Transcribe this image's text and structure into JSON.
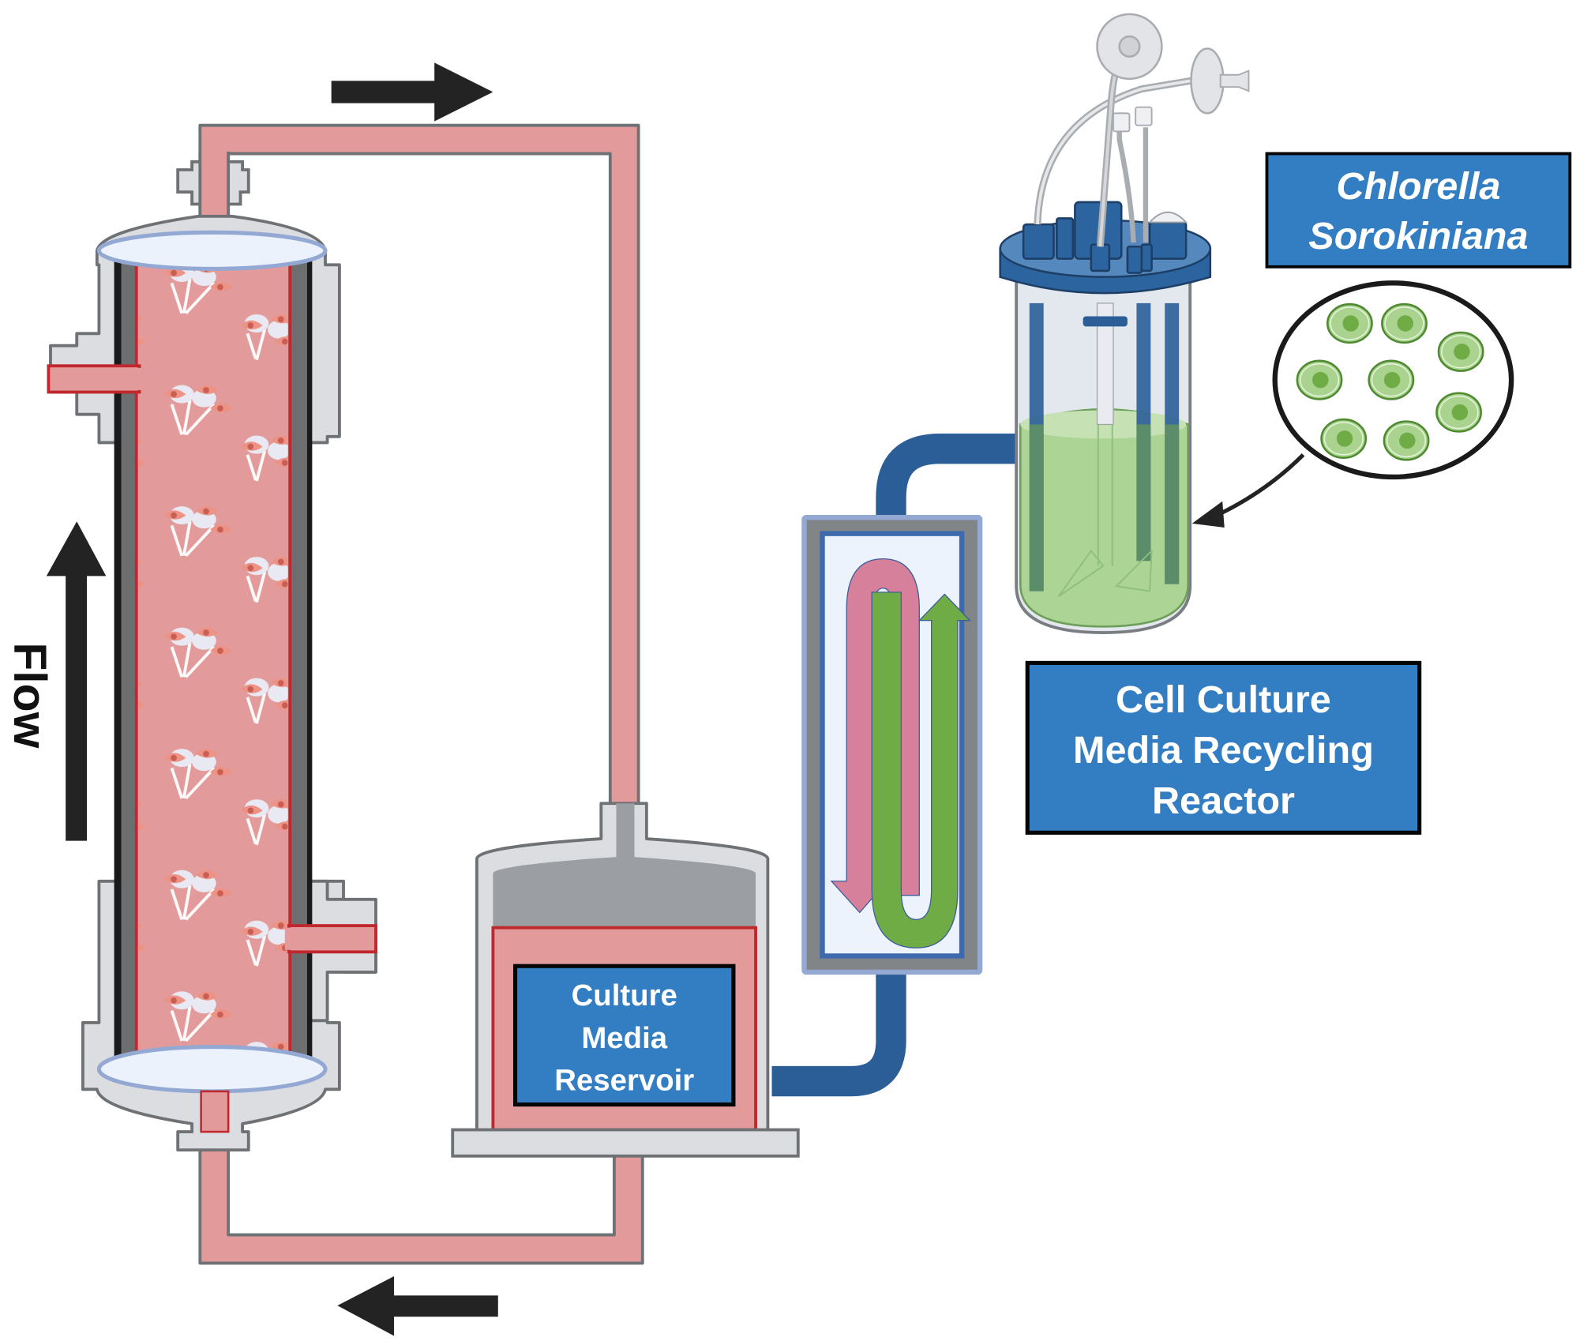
{
  "diagram": {
    "title": "Cell culture media recycling loop with Chlorella sorokiniana bioreactor",
    "labels": {
      "flow": "Flow",
      "reservoir": [
        "Culture",
        "Media",
        "Reservoir"
      ],
      "recycling_reactor": [
        "Cell Culture",
        "Media Recycling",
        "Reactor"
      ],
      "organism": [
        "Chlorella",
        "Sorokiniana"
      ]
    },
    "components": [
      {
        "id": "cell-culture-column",
        "description": "Hollow fiber / packed bed bioreactor column with adherent cells on microcarriers"
      },
      {
        "id": "media-reservoir",
        "description": "Culture media reservoir vessel"
      },
      {
        "id": "heat-exchanger",
        "description": "Counter-current exchanger between media loop and algae loop"
      },
      {
        "id": "algae-bioreactor",
        "description": "Stirred-tank photobioreactor with green algae culture"
      },
      {
        "id": "algae-cell-inset",
        "description": "Magnified inset showing 8 algal cells"
      }
    ],
    "flow_directions": {
      "top_pipe": "right",
      "bottom_pipe": "left",
      "column": "up",
      "exchanger_media": "down",
      "exchanger_algae": "up"
    },
    "algae_cell_count": 8,
    "colors": {
      "media_pink": "#e39a9b",
      "media_border_red": "#c0282e",
      "pipe_outline_gray": "#6e7275",
      "fitting_gray": "#dcdde0",
      "label_blue": "#337ec2",
      "algae_pipe_blue": "#2b5e97",
      "lid_blue": "#2c64a0",
      "algae_green_light": "#a9d38e",
      "algae_green_dark": "#6fac46",
      "exchanger_pink": "#d7809b",
      "exchanger_green": "#6fac46",
      "arrow_black": "#232323"
    }
  }
}
